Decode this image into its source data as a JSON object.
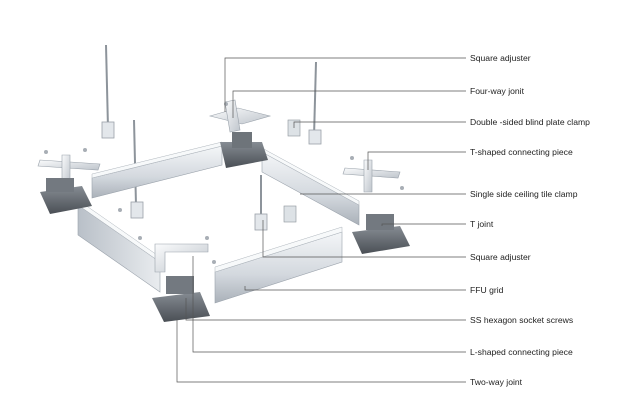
{
  "labels": [
    {
      "id": "square-adjuster-top",
      "text": "Square adjuster"
    },
    {
      "id": "four-way-joint",
      "text": "Four-way jonit"
    },
    {
      "id": "double-sided-clamp",
      "text": "Double -sided blind plate clamp"
    },
    {
      "id": "t-shaped-piece",
      "text": "T-shaped connecting piece"
    },
    {
      "id": "single-side-clamp",
      "text": "Single side ceiling tile clamp"
    },
    {
      "id": "t-joint",
      "text": "T joint"
    },
    {
      "id": "square-adjuster-bottom",
      "text": "Square adjuster"
    },
    {
      "id": "ffu-grid",
      "text": "FFU grid"
    },
    {
      "id": "ss-screws",
      "text": "SS hexagon socket screws"
    },
    {
      "id": "l-shaped-piece",
      "text": "L-shaped connecting piece"
    },
    {
      "id": "two-way-joint",
      "text": "Two-way joint"
    }
  ],
  "colors": {
    "rail_light": "#eef1f4",
    "rail_mid": "#c9cfd6",
    "rail_dark": "#9aa2ab",
    "joint_dark": "#54595f",
    "joint_mid": "#7c8288",
    "leader": "#555555"
  }
}
